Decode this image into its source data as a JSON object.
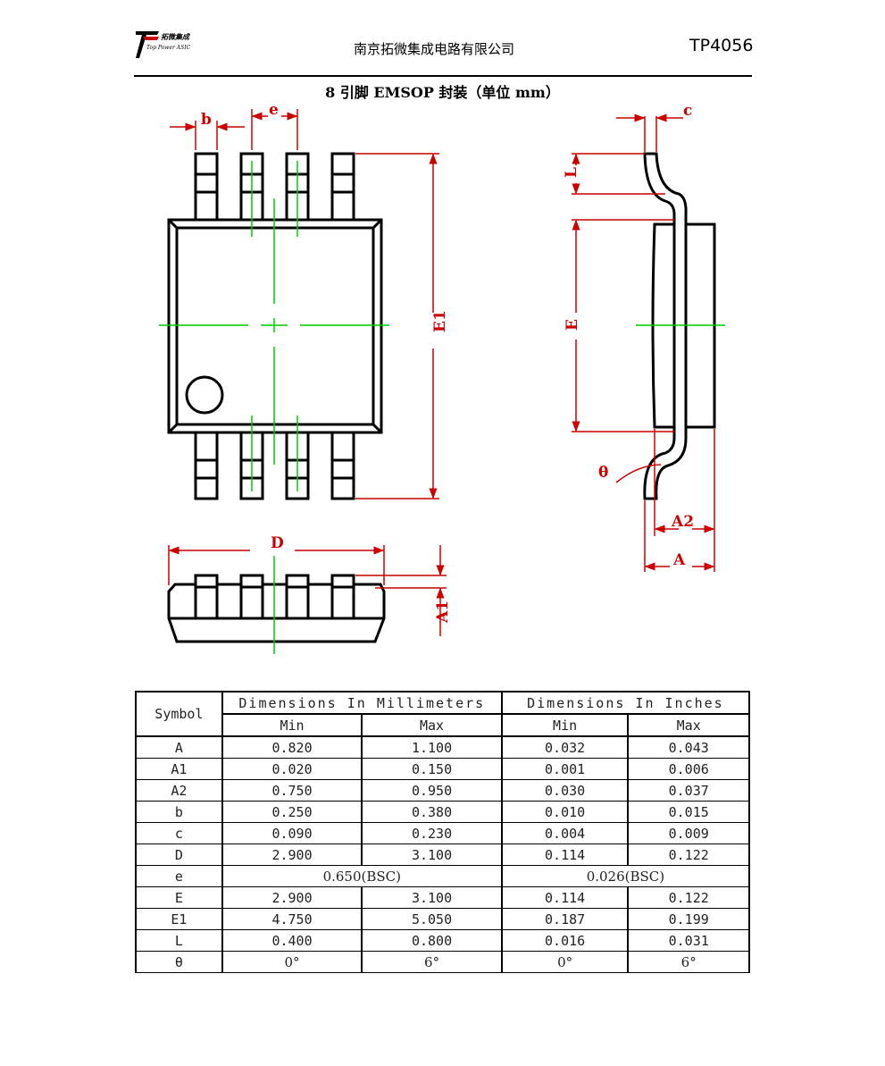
{
  "header": {
    "logo_text_cn": "拓微集成",
    "logo_text_en": "Top Power ASIC",
    "company": "南京拓微集成电路有限公司",
    "part_number": "TP4056"
  },
  "title": "8 引脚 EMSOP 封装（单位 mm）",
  "drawing_labels": {
    "b": "b",
    "e": "e",
    "c": "c",
    "L": "L",
    "E": "E",
    "E1": "E1",
    "theta": "θ",
    "A2": "A2",
    "A": "A",
    "D": "D",
    "A1": "A1"
  },
  "colors": {
    "outline": "#000000",
    "dimension": "#cc0000",
    "centerline": "#00cc00"
  },
  "table": {
    "symbol_header": "Symbol",
    "mm_header": "Dimensions In Millimeters",
    "inch_header": "Dimensions In Inches",
    "min": "Min",
    "max": "Max",
    "rows": [
      {
        "symbol": "A",
        "mm_min": "0.820",
        "mm_max": "1.100",
        "in_min": "0.032",
        "in_max": "0.043"
      },
      {
        "symbol": "A1",
        "mm_min": "0.020",
        "mm_max": "0.150",
        "in_min": "0.001",
        "in_max": "0.006"
      },
      {
        "symbol": "A2",
        "mm_min": "0.750",
        "mm_max": "0.950",
        "in_min": "0.030",
        "in_max": "0.037"
      },
      {
        "symbol": "b",
        "mm_min": "0.250",
        "mm_max": "0.380",
        "in_min": "0.010",
        "in_max": "0.015"
      },
      {
        "symbol": "c",
        "mm_min": "0.090",
        "mm_max": "0.230",
        "in_min": "0.004",
        "in_max": "0.009"
      },
      {
        "symbol": "D",
        "mm_min": "2.900",
        "mm_max": "3.100",
        "in_min": "0.114",
        "in_max": "0.122"
      },
      {
        "symbol": "e",
        "mm_bsc": "0.650(BSC)",
        "in_bsc": "0.026(BSC)"
      },
      {
        "symbol": "E",
        "mm_min": "2.900",
        "mm_max": "3.100",
        "in_min": "0.114",
        "in_max": "0.122"
      },
      {
        "symbol": "E1",
        "mm_min": "4.750",
        "mm_max": "5.050",
        "in_min": "0.187",
        "in_max": "0.199"
      },
      {
        "symbol": "L",
        "mm_min": "0.400",
        "mm_max": "0.800",
        "in_min": "0.016",
        "in_max": "0.031"
      },
      {
        "symbol": "θ",
        "mm_min": "0°",
        "mm_max": "6°",
        "in_min": "0°",
        "in_max": "6°"
      }
    ]
  }
}
